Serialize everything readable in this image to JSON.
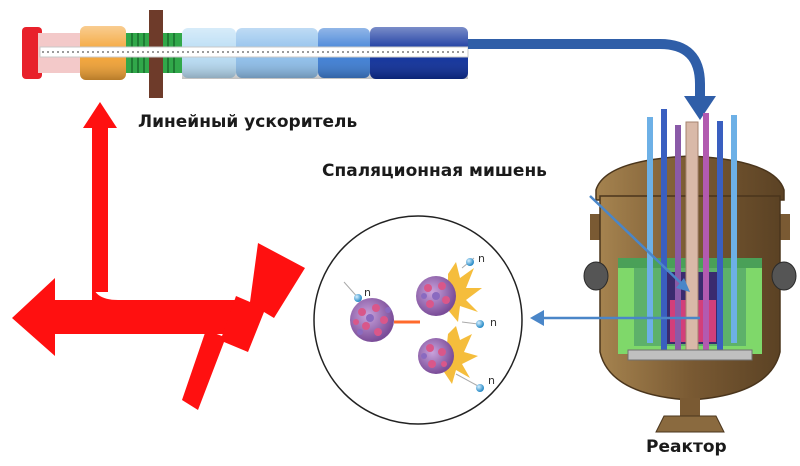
{
  "labels": {
    "accelerator": "Линейный ускоритель",
    "spallation_target": "Спаляционная мишень",
    "reactor": "Реактор",
    "neutron": "n"
  },
  "colors": {
    "red_arrow": "#ff1010",
    "beam_arrow": "#2f5ea8",
    "pointer_arrow": "#4a86c8",
    "accel_sections": [
      "#e8212b",
      "#f4a436",
      "#31a84a",
      "#6e3b2a",
      "#b9ddf5",
      "#8fc0ec",
      "#3e7fd6",
      "#0d2f9c"
    ],
    "reactor_shell": "#8a6a3f",
    "nucleus": "#9e6db8",
    "proton": "#d9578a",
    "flash": "#f3b21a",
    "neutron": "#63bde8"
  },
  "icons": [
    "linear-accelerator-icon",
    "reactor-vessel-icon",
    "nucleus-icon",
    "flash-icon",
    "neutron-icon",
    "energy-arrow-icon"
  ]
}
